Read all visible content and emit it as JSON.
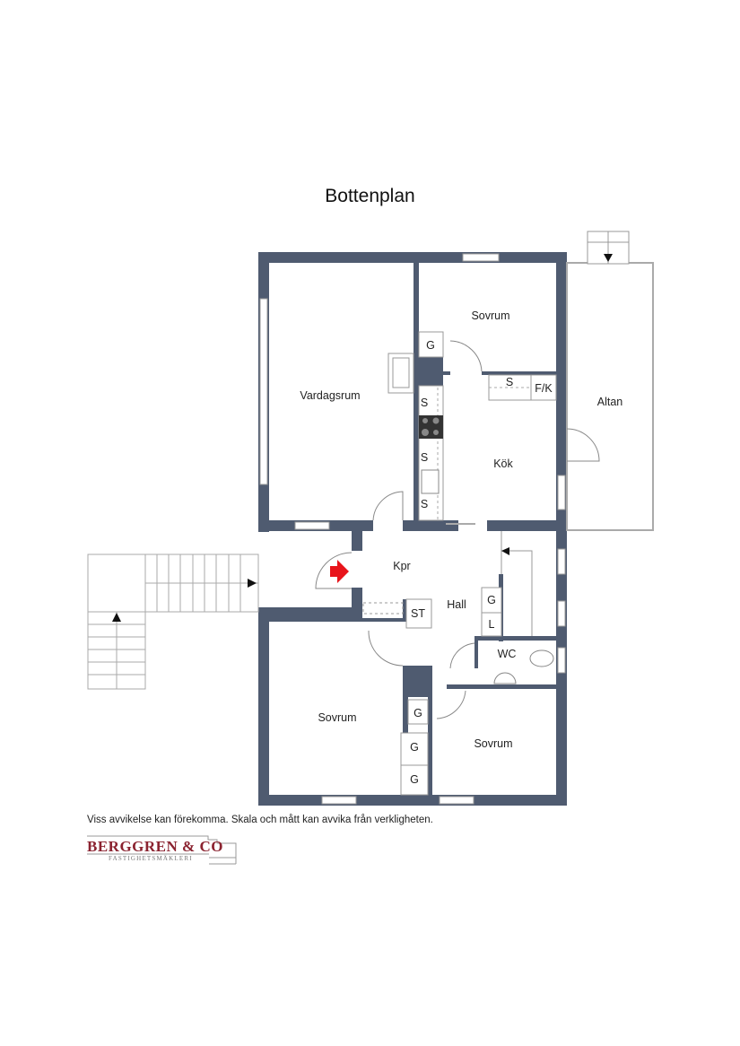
{
  "title": "Bottenplan",
  "colors": {
    "wall": "#4f5b70",
    "accent_arrow": "#e8141b",
    "logo": "#8b2330"
  },
  "rooms": {
    "vardagsrum": "Vardagsrum",
    "sovrum_top": "Sovrum",
    "kok": "Kök",
    "altan": "Altan",
    "kpr": "Kpr",
    "hall": "Hall",
    "wc": "WC",
    "sovrum_bottom_left": "Sovrum",
    "sovrum_bottom_right": "Sovrum"
  },
  "fixtures": {
    "g_top": "G",
    "s_counter_top": "S",
    "fk": "F/K",
    "s1": "S",
    "s2": "S",
    "s3": "S",
    "st": "ST",
    "g_hall": "G",
    "l_hall": "L",
    "g_bed1": "G",
    "g_bed2": "G",
    "g_bed3": "G"
  },
  "icons": {
    "entrance": "entrance-arrow-icon"
  },
  "disclaimer": "Viss avvikelse kan förekomma. Skala och mått kan avvika från verkligheten.",
  "logo": {
    "name": "BERGGREN & CO",
    "subtitle": "FASTIGHETSMÄKLERI"
  }
}
